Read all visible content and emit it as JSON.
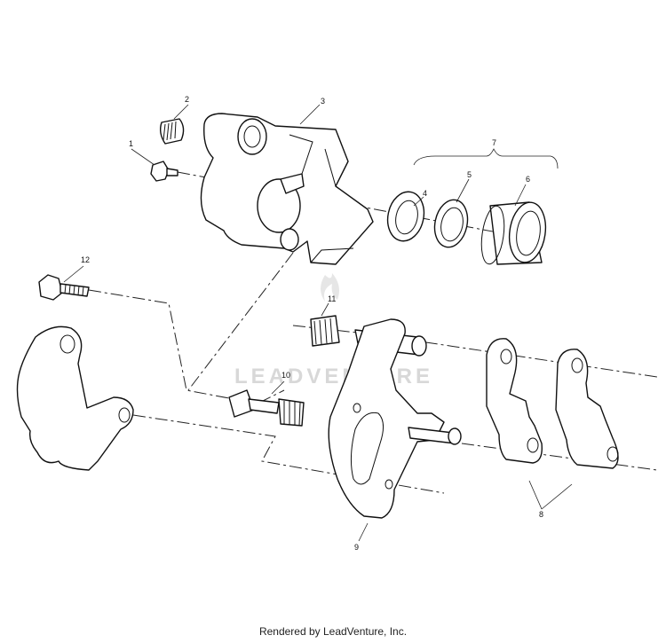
{
  "callouts": [
    {
      "id": "c1",
      "label": "1"
    },
    {
      "id": "c2",
      "label": "2"
    },
    {
      "id": "c3",
      "label": "3"
    },
    {
      "id": "c4",
      "label": "4"
    },
    {
      "id": "c5",
      "label": "5"
    },
    {
      "id": "c6",
      "label": "6"
    },
    {
      "id": "c7",
      "label": "7"
    },
    {
      "id": "c8",
      "label": "8"
    },
    {
      "id": "c9",
      "label": "9"
    },
    {
      "id": "c10",
      "label": "10"
    },
    {
      "id": "c11",
      "label": "11"
    },
    {
      "id": "c12",
      "label": "12"
    }
  ],
  "watermark": "LEADVENTURE",
  "footer": "Rendered by LeadVenture, Inc."
}
